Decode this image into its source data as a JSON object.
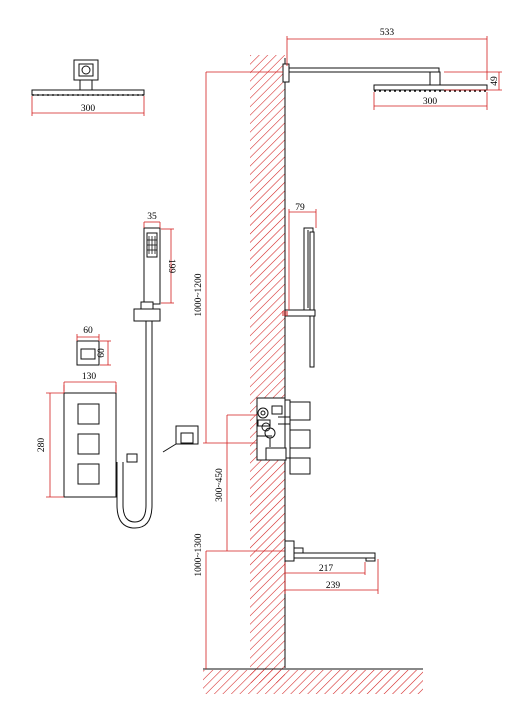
{
  "colors": {
    "dimension_line": "#d21e1e",
    "outline": "#111111",
    "background": "#ffffff",
    "hatch": "#d21e1e"
  },
  "dimensions": {
    "arm_length": "533",
    "arm_height": "49",
    "shower_head_width": "300",
    "shower_head_width_side": "300",
    "handheld_width": "35",
    "handheld_length": "199",
    "head_height_range": "1000~1200",
    "rail_offset": "79",
    "valve_width": "130",
    "valve_height": "280",
    "valve_to_spout_range": "300~450",
    "spout_height_range": "1000~1300",
    "outlet_box_width": "60",
    "outlet_box_height": "60",
    "spout_reach": "217",
    "spout_length": "239"
  }
}
